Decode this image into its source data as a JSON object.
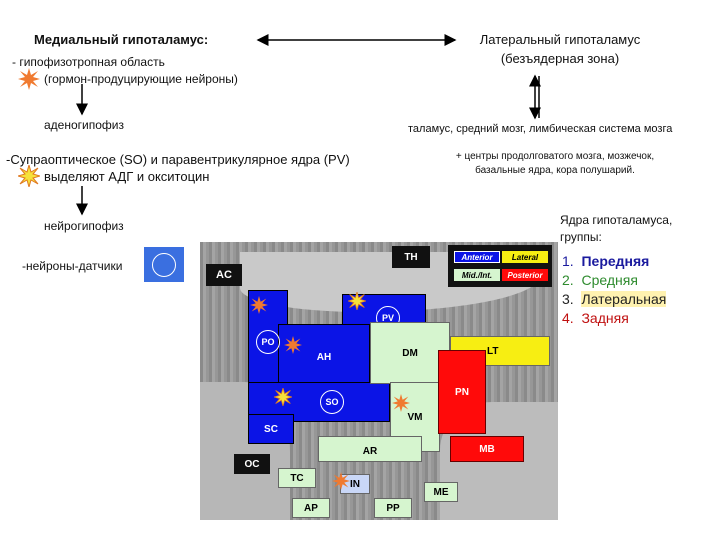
{
  "left": {
    "medial_title": "Медиальный гипоталамус:",
    "hypophysiotropic": "- гипофизотропная область",
    "hormone_neurons": "(гормон-продуцирующие нейроны)",
    "adenohypophysis": "аденогипофиз",
    "so_pv": "-Супраоптическое (SO) и паравентрикулярное ядра (PV)",
    "adh": "выделяют АДГ и окситоцин",
    "neurohypophysis": "нейрогипофиз",
    "sensors": "-нейроны-датчики"
  },
  "right": {
    "lateral_title": "Латеральный гипоталамус",
    "lateral_sub": "(безъядерная зона)",
    "connections": "таламус, средний мозг, лимбическая система мозга",
    "centers_line1": "+ центры продолговатого мозга, мозжечок,",
    "centers_line2": "базальные ядра, кора полушарий."
  },
  "groups": {
    "title_line1": "Ядра гипоталамуса,",
    "title_line2": "группы:",
    "items": [
      {
        "num": "1.",
        "label": "Передняя",
        "color": "#1a1a9e"
      },
      {
        "num": "2.",
        "label": "Средняя",
        "color": "#2e8b2e"
      },
      {
        "num": "3.",
        "label": "Латеральная",
        "color": "#222222"
      },
      {
        "num": "4.",
        "label": "Задняя",
        "color": "#c01010"
      }
    ]
  },
  "diagram": {
    "TH": "TH",
    "AC": "AC",
    "PV": "PV",
    "PO": "PO",
    "AH": "AH",
    "DM": "DM",
    "LT": "LT",
    "PN": "PN",
    "SO": "SO",
    "VM": "VM",
    "SC": "SC",
    "AR": "AR",
    "MB": "MB",
    "OC": "OC",
    "TC": "TC",
    "IN": "IN",
    "ME": "ME",
    "AP": "AP",
    "PP": "PP",
    "legend": {
      "anterior": "Anterior",
      "lateral": "Lateral",
      "midint": "Mid./Int.",
      "posterior": "Posterior"
    },
    "colors": {
      "anterior": "#0b14e6",
      "middle": "#d6f5cf",
      "lateral": "#f7ee12",
      "posterior": "#ff0a0a"
    }
  }
}
